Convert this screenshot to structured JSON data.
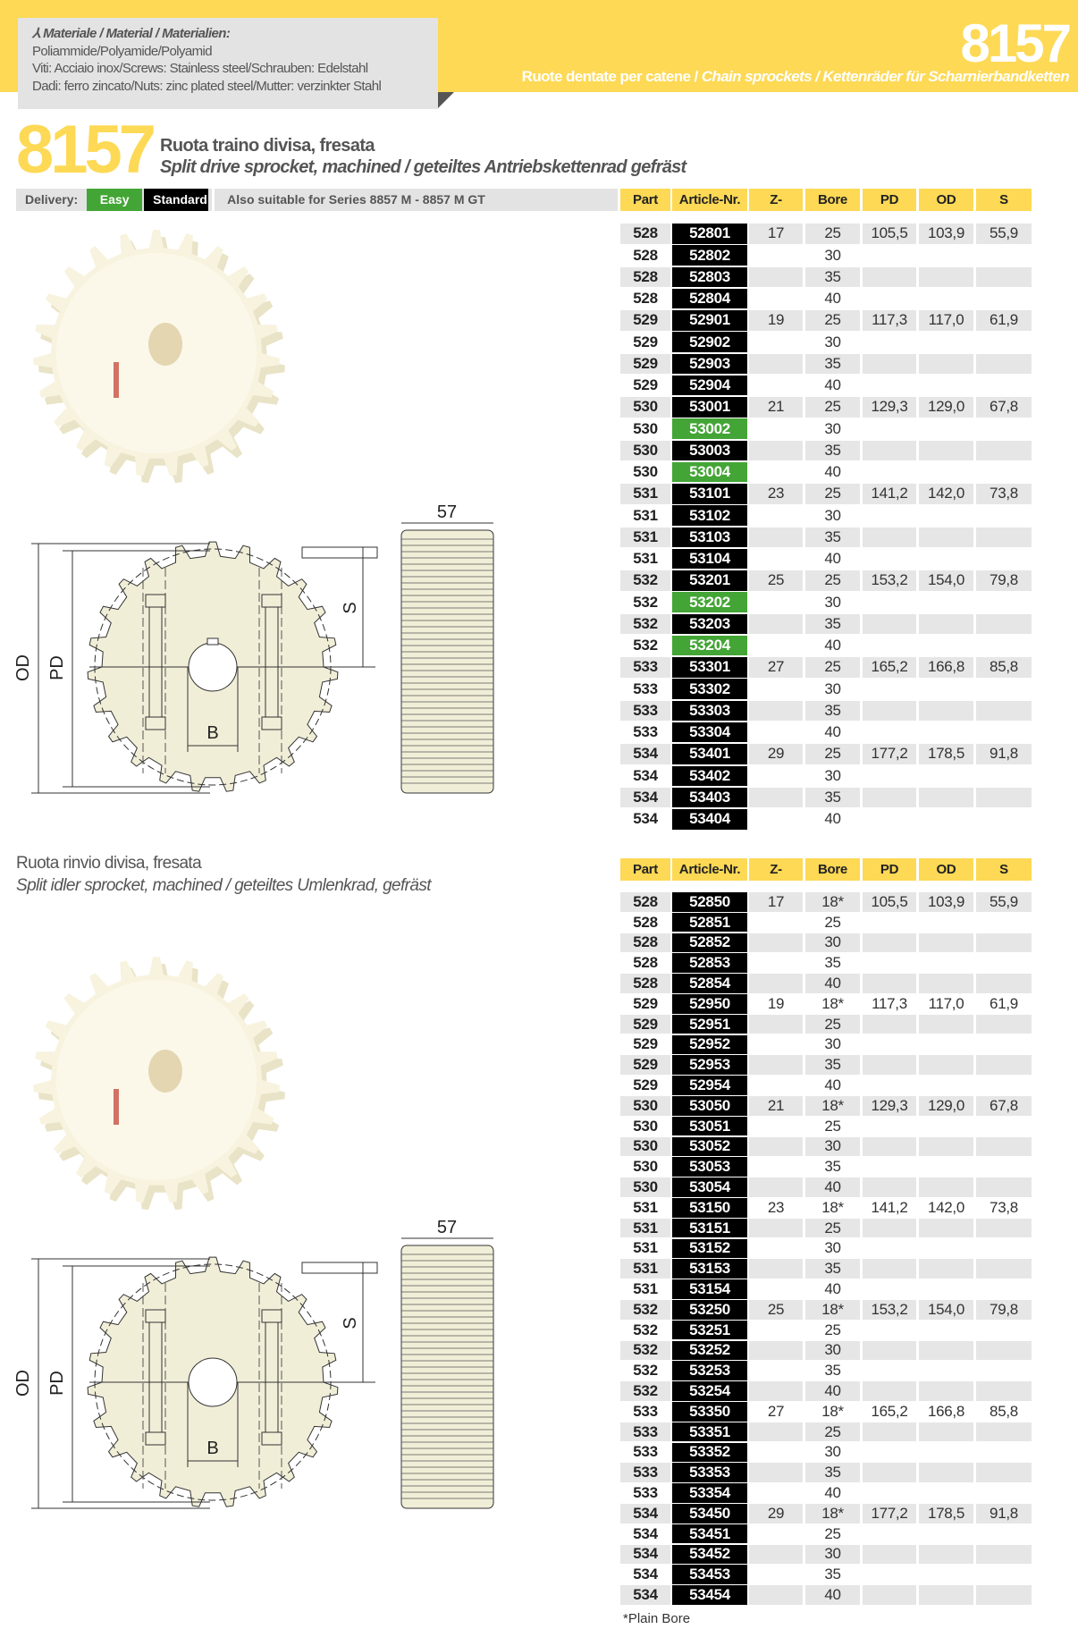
{
  "header": {
    "materials_heading": "Materiale / Material / Materialien:",
    "material_lines": [
      "Poliammide/Polyamide/Polyamid",
      "Viti: Acciaio inox/Screws: Stainless steel/Schrauben: Edelstahl",
      "Dadi: ferro zincato/Nuts: zinc plated steel/Mutter: verzinkter Stahl"
    ],
    "series": "8157",
    "subtitle_it": "Ruote dentate per catene /",
    "subtitle_en_de": "Chain sprockets / Kettenräder für Scharnierbandketten"
  },
  "product": {
    "number": "8157",
    "title_it": "Ruota traino divisa, fresata",
    "title_en_de": "Split drive sprocket, machined / geteiltes Antriebskettenrad gefräst"
  },
  "delivery": {
    "label": "Delivery:",
    "easy": "Easy",
    "standard": "Standard",
    "also": "Also suitable for Series  8857 M - 8857  M GT"
  },
  "colors": {
    "yellow": "#fdd955",
    "green": "#43a535",
    "gray": "#e6e6e6"
  },
  "columns": [
    "Part",
    "Article-Nr.",
    "Z-",
    "Bore",
    "PD",
    "OD",
    "S"
  ],
  "drawing_labels": {
    "width": "57",
    "od": "OD",
    "pd": "PD",
    "s": "S",
    "b": "B"
  },
  "drive_table": [
    [
      "528",
      "52801",
      "17",
      "25",
      "105,5",
      "103,9",
      "55,9",
      false
    ],
    [
      "528",
      "52802",
      "",
      "30",
      "",
      "",
      "",
      false
    ],
    [
      "528",
      "52803",
      "",
      "35",
      "",
      "",
      "",
      false
    ],
    [
      "528",
      "52804",
      "",
      "40",
      "",
      "",
      "",
      false
    ],
    [
      "529",
      "52901",
      "19",
      "25",
      "117,3",
      "117,0",
      "61,9",
      false
    ],
    [
      "529",
      "52902",
      "",
      "30",
      "",
      "",
      "",
      false
    ],
    [
      "529",
      "52903",
      "",
      "35",
      "",
      "",
      "",
      false
    ],
    [
      "529",
      "52904",
      "",
      "40",
      "",
      "",
      "",
      false
    ],
    [
      "530",
      "53001",
      "21",
      "25",
      "129,3",
      "129,0",
      "67,8",
      false
    ],
    [
      "530",
      "53002",
      "",
      "30",
      "",
      "",
      "",
      true
    ],
    [
      "530",
      "53003",
      "",
      "35",
      "",
      "",
      "",
      false
    ],
    [
      "530",
      "53004",
      "",
      "40",
      "",
      "",
      "",
      true
    ],
    [
      "531",
      "53101",
      "23",
      "25",
      "141,2",
      "142,0",
      "73,8",
      false
    ],
    [
      "531",
      "53102",
      "",
      "30",
      "",
      "",
      "",
      false
    ],
    [
      "531",
      "53103",
      "",
      "35",
      "",
      "",
      "",
      false
    ],
    [
      "531",
      "53104",
      "",
      "40",
      "",
      "",
      "",
      false
    ],
    [
      "532",
      "53201",
      "25",
      "25",
      "153,2",
      "154,0",
      "79,8",
      false
    ],
    [
      "532",
      "53202",
      "",
      "30",
      "",
      "",
      "",
      true
    ],
    [
      "532",
      "53203",
      "",
      "35",
      "",
      "",
      "",
      false
    ],
    [
      "532",
      "53204",
      "",
      "40",
      "",
      "",
      "",
      true
    ],
    [
      "533",
      "53301",
      "27",
      "25",
      "165,2",
      "166,8",
      "85,8",
      false
    ],
    [
      "533",
      "53302",
      "",
      "30",
      "",
      "",
      "",
      false
    ],
    [
      "533",
      "53303",
      "",
      "35",
      "",
      "",
      "",
      false
    ],
    [
      "533",
      "53304",
      "",
      "40",
      "",
      "",
      "",
      false
    ],
    [
      "534",
      "53401",
      "29",
      "25",
      "177,2",
      "178,5",
      "91,8",
      false
    ],
    [
      "534",
      "53402",
      "",
      "30",
      "",
      "",
      "",
      false
    ],
    [
      "534",
      "53403",
      "",
      "35",
      "",
      "",
      "",
      false
    ],
    [
      "534",
      "53404",
      "",
      "40",
      "",
      "",
      "",
      false
    ]
  ],
  "idler": {
    "title_it": "Ruota rinvio divisa, fresata",
    "title_en_de": "Split idler sprocket, machined / geteiltes Umlenkrad, gefräst"
  },
  "idler_table": [
    [
      "528",
      "52850",
      "17",
      "18*",
      "105,5",
      "103,9",
      "55,9",
      false
    ],
    [
      "528",
      "52851",
      "",
      "25",
      "",
      "",
      "",
      false
    ],
    [
      "528",
      "52852",
      "",
      "30",
      "",
      "",
      "",
      false
    ],
    [
      "528",
      "52853",
      "",
      "35",
      "",
      "",
      "",
      false
    ],
    [
      "528",
      "52854",
      "",
      "40",
      "",
      "",
      "",
      false
    ],
    [
      "529",
      "52950",
      "19",
      "18*",
      "117,3",
      "117,0",
      "61,9",
      false
    ],
    [
      "529",
      "52951",
      "",
      "25",
      "",
      "",
      "",
      false
    ],
    [
      "529",
      "52952",
      "",
      "30",
      "",
      "",
      "",
      false
    ],
    [
      "529",
      "52953",
      "",
      "35",
      "",
      "",
      "",
      false
    ],
    [
      "529",
      "52954",
      "",
      "40",
      "",
      "",
      "",
      false
    ],
    [
      "530",
      "53050",
      "21",
      "18*",
      "129,3",
      "129,0",
      "67,8",
      false
    ],
    [
      "530",
      "53051",
      "",
      "25",
      "",
      "",
      "",
      false
    ],
    [
      "530",
      "53052",
      "",
      "30",
      "",
      "",
      "",
      false
    ],
    [
      "530",
      "53053",
      "",
      "35",
      "",
      "",
      "",
      false
    ],
    [
      "530",
      "53054",
      "",
      "40",
      "",
      "",
      "",
      false
    ],
    [
      "531",
      "53150",
      "23",
      "18*",
      "141,2",
      "142,0",
      "73,8",
      false
    ],
    [
      "531",
      "53151",
      "",
      "25",
      "",
      "",
      "",
      false
    ],
    [
      "531",
      "53152",
      "",
      "30",
      "",
      "",
      "",
      false
    ],
    [
      "531",
      "53153",
      "",
      "35",
      "",
      "",
      "",
      false
    ],
    [
      "531",
      "53154",
      "",
      "40",
      "",
      "",
      "",
      false
    ],
    [
      "532",
      "53250",
      "25",
      "18*",
      "153,2",
      "154,0",
      "79,8",
      false
    ],
    [
      "532",
      "53251",
      "",
      "25",
      "",
      "",
      "",
      false
    ],
    [
      "532",
      "53252",
      "",
      "30",
      "",
      "",
      "",
      false
    ],
    [
      "532",
      "53253",
      "",
      "35",
      "",
      "",
      "",
      false
    ],
    [
      "532",
      "53254",
      "",
      "40",
      "",
      "",
      "",
      false
    ],
    [
      "533",
      "53350",
      "27",
      "18*",
      "165,2",
      "166,8",
      "85,8",
      false
    ],
    [
      "533",
      "53351",
      "",
      "25",
      "",
      "",
      "",
      false
    ],
    [
      "533",
      "53352",
      "",
      "30",
      "",
      "",
      "",
      false
    ],
    [
      "533",
      "53353",
      "",
      "35",
      "",
      "",
      "",
      false
    ],
    [
      "533",
      "53354",
      "",
      "40",
      "",
      "",
      "",
      false
    ],
    [
      "534",
      "53450",
      "29",
      "18*",
      "177,2",
      "178,5",
      "91,8",
      false
    ],
    [
      "534",
      "53451",
      "",
      "25",
      "",
      "",
      "",
      false
    ],
    [
      "534",
      "53452",
      "",
      "30",
      "",
      "",
      "",
      false
    ],
    [
      "534",
      "53453",
      "",
      "35",
      "",
      "",
      "",
      false
    ],
    [
      "534",
      "53454",
      "",
      "40",
      "",
      "",
      "",
      false
    ]
  ],
  "footnote": "*Plain Bore"
}
